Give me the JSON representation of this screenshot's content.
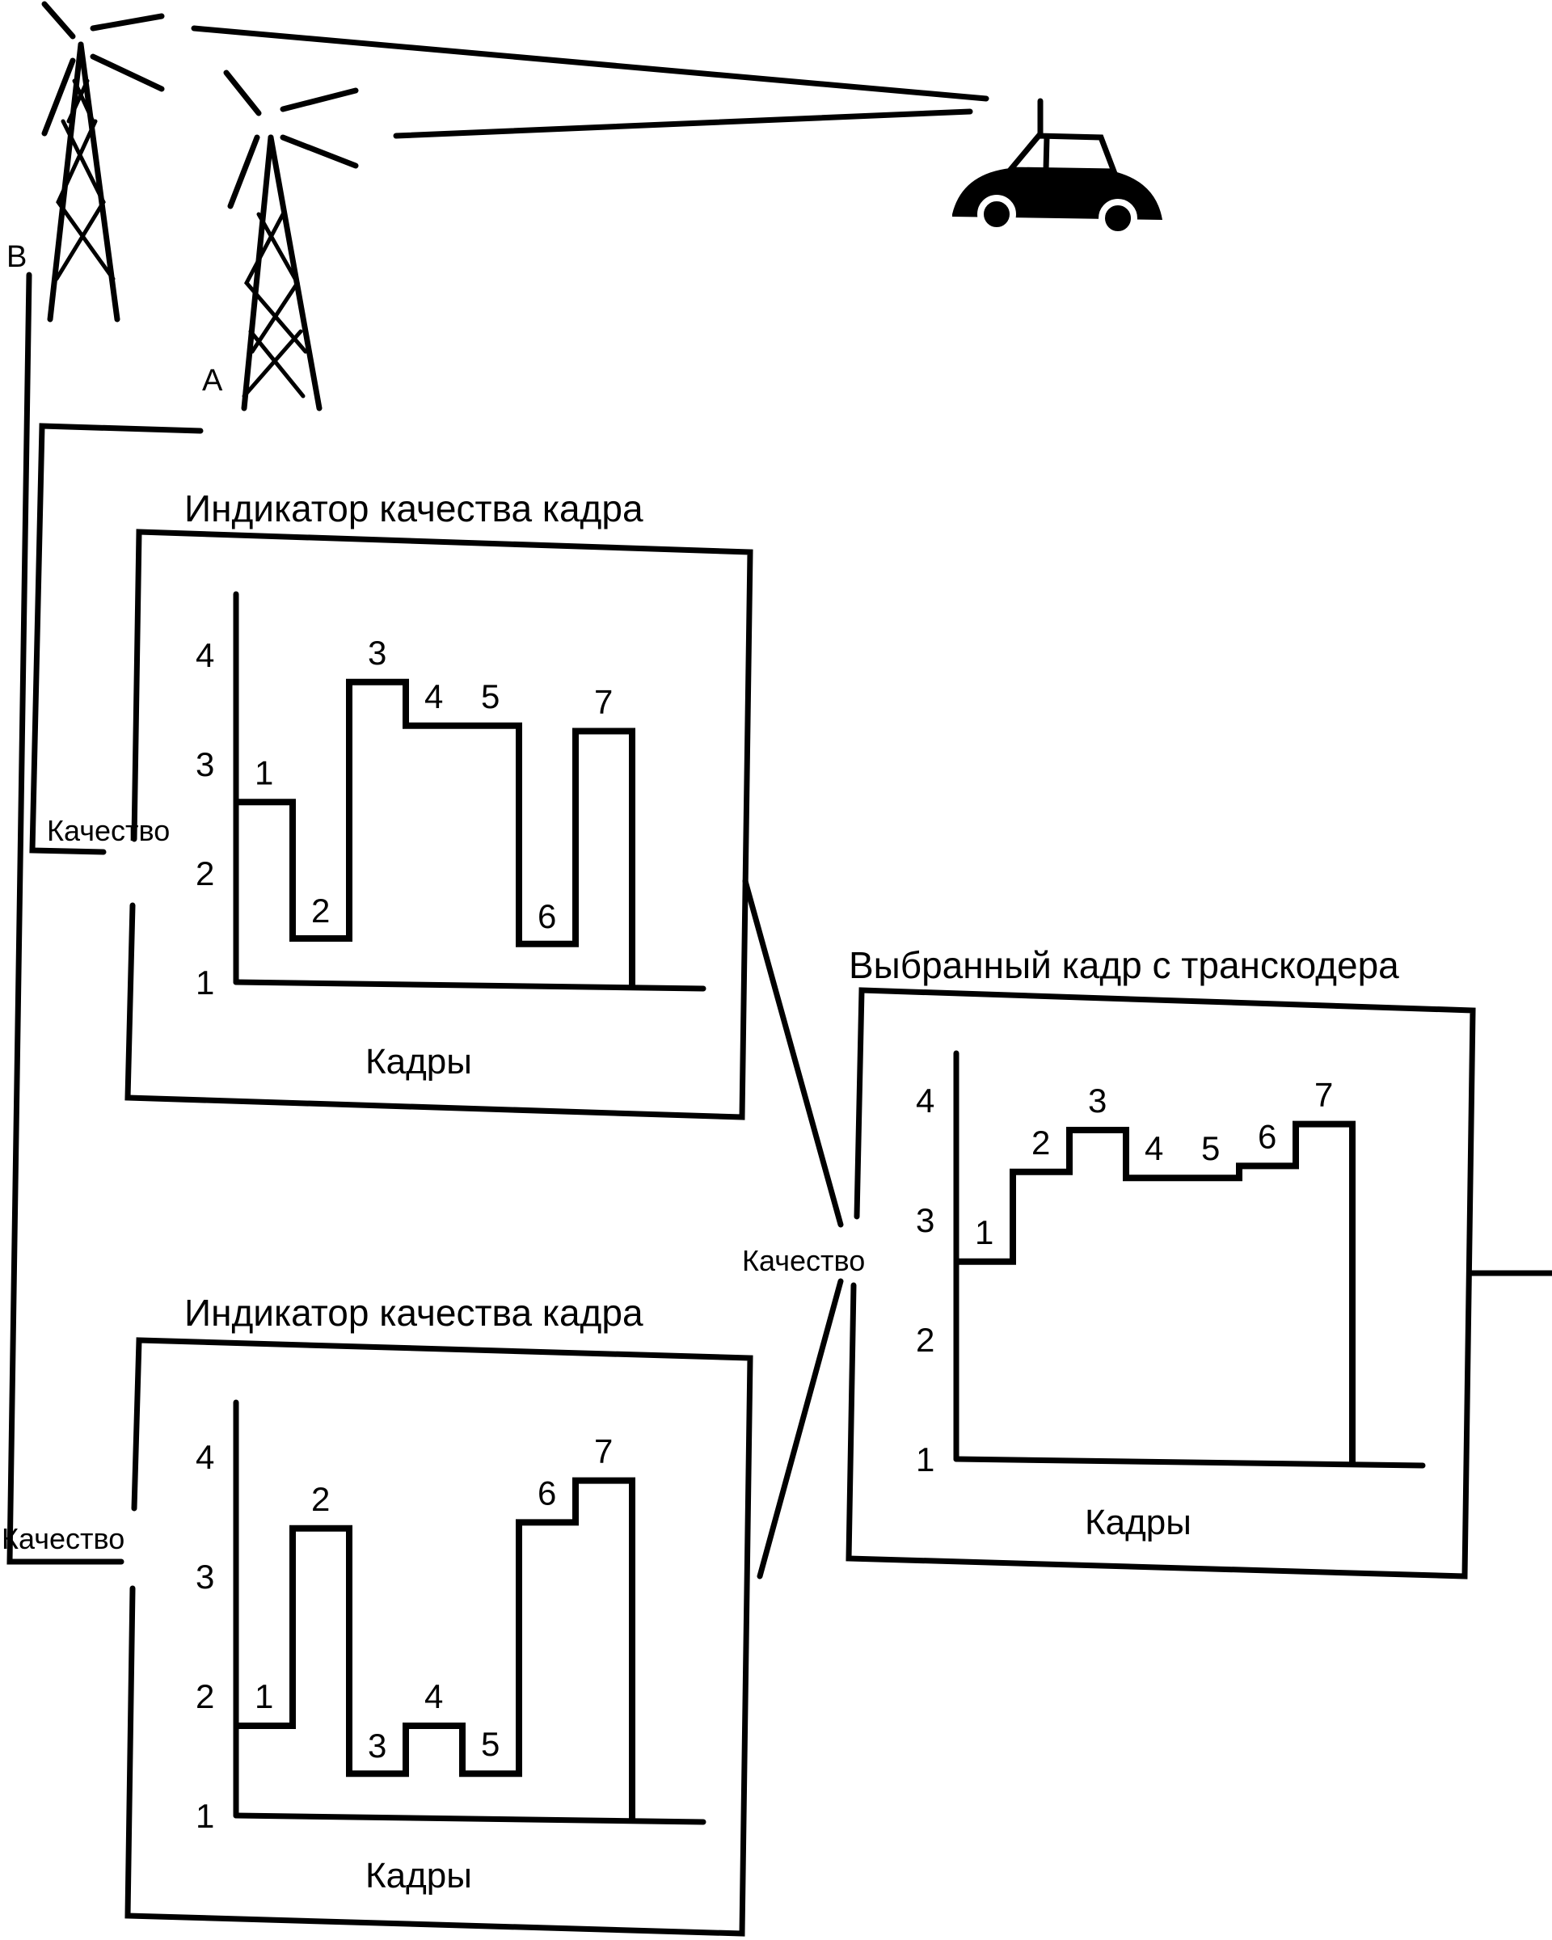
{
  "stations": {
    "tower_b_label": "B",
    "tower_a_label": "A"
  },
  "panels": [
    {
      "id": "indicator-a",
      "title": "Индикатор качества кадра",
      "y_axis_label": "Качество",
      "x_axis_label": "Кадры"
    },
    {
      "id": "indicator-b",
      "title": "Индикатор качества кадра",
      "y_axis_label": "Качество",
      "x_axis_label": "Кадры"
    },
    {
      "id": "transcoder-output",
      "title": "Выбранный кадр с транскодера",
      "y_axis_label": "Качество",
      "x_axis_label": "Кадры"
    }
  ],
  "chart_data": [
    {
      "type": "line",
      "step": true,
      "title": "Индикатор качества кадра",
      "source": "A",
      "xlabel": "Кадры",
      "ylabel": "Качество",
      "y_ticks": [
        "1",
        "2",
        "3",
        "4"
      ],
      "ylim": [
        1,
        4.5
      ],
      "categories": [
        "1",
        "2",
        "3",
        "4",
        "5",
        "6",
        "7"
      ],
      "values": [
        2.65,
        1.4,
        3.75,
        3.35,
        3.35,
        1.35,
        3.3
      ]
    },
    {
      "type": "line",
      "step": true,
      "title": "Индикатор качества кадра",
      "source": "B",
      "xlabel": "Кадры",
      "ylabel": "Качество",
      "y_ticks": [
        "1",
        "2",
        "3",
        "4"
      ],
      "ylim": [
        1,
        4.5
      ],
      "categories": [
        "1",
        "2",
        "3",
        "4",
        "5",
        "6",
        "7"
      ],
      "values": [
        1.75,
        3.4,
        1.35,
        1.75,
        1.35,
        3.45,
        3.8
      ]
    },
    {
      "type": "line",
      "step": true,
      "title": "Выбранный кадр с транскодера",
      "xlabel": "Кадры",
      "ylabel": "Качество",
      "y_ticks": [
        "1",
        "2",
        "3",
        "4"
      ],
      "ylim": [
        1,
        4.5
      ],
      "categories": [
        "1",
        "2",
        "3",
        "4",
        "5",
        "6",
        "7"
      ],
      "values": [
        2.65,
        3.4,
        3.75,
        3.35,
        3.35,
        3.45,
        3.8
      ]
    }
  ]
}
